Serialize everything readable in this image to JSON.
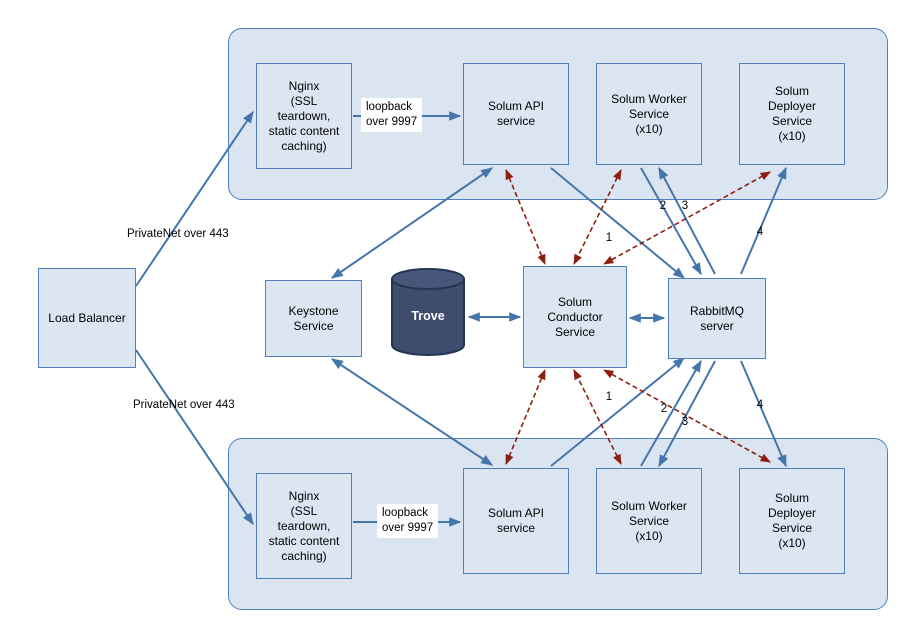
{
  "nodes": {
    "load_balancer": "Load Balancer",
    "nginx": "Nginx\n(SSL\nteardown,\nstatic content\ncaching)",
    "solum_api": "Solum API\nservice",
    "solum_worker": "Solum Worker\nService\n(x10)",
    "solum_deployer": "Solum\nDeployer\nService\n(x10)",
    "keystone": "Keystone\nService",
    "trove": "Trove",
    "solum_conductor": "Solum\nConductor\nService",
    "rabbitmq": "RabbitMQ\nserver"
  },
  "labels": {
    "privatenet_top": "PrivateNet over 443",
    "privatenet_bottom": "PrivateNet over 443",
    "loopback_top": "loopback\nover 9997",
    "loopback_bottom": "loopback\nover 9997",
    "seq_top": [
      "1",
      "2",
      "3",
      "4"
    ],
    "seq_bottom": [
      "1",
      "2",
      "3",
      "4"
    ]
  },
  "colors": {
    "zone_fill": "#dbe5f1",
    "zone_border": "#4f81bd",
    "node_fill": "#dce6f2",
    "node_border": "#4f81bd",
    "arrow_solid": "#4576ab",
    "arrow_dashed": "#8e1f10",
    "trove_fill": "#3e4d6e",
    "trove_top": "#46577a",
    "trove_border": "#243550",
    "text": "#000000"
  }
}
